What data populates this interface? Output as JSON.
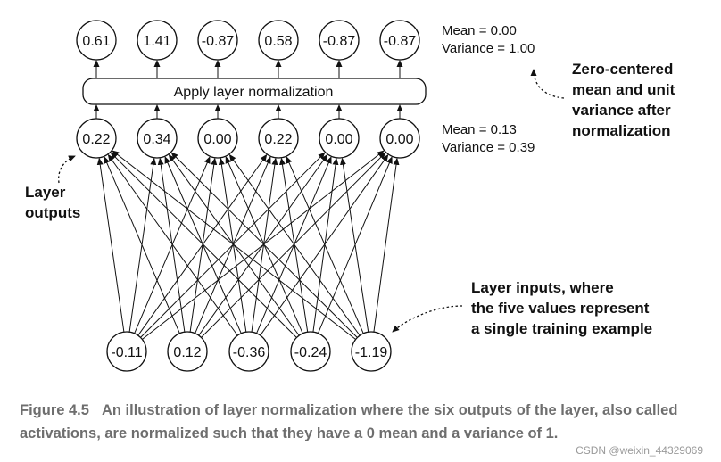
{
  "outputs_after": [
    "0.61",
    "1.41",
    "-0.87",
    "0.58",
    "-0.87",
    "-0.87"
  ],
  "layer_outputs": [
    "0.22",
    "0.34",
    "0.00",
    "0.22",
    "0.00",
    "0.00"
  ],
  "inputs": [
    "-0.11",
    "0.12",
    "-0.36",
    "-0.24",
    "-1.19"
  ],
  "norm_box_label": "Apply layer normalization",
  "stats_after": {
    "mean": "Mean = 0.00",
    "variance": "Variance = 1.00"
  },
  "stats_before": {
    "mean": "Mean = 0.13",
    "variance": "Variance = 0.39"
  },
  "annotations": {
    "zero_centered": [
      "Zero-centered",
      "mean and unit",
      "variance after",
      "normalization"
    ],
    "layer_outputs": [
      "Layer",
      "outputs"
    ],
    "layer_inputs": [
      "Layer inputs, where",
      "the five values represent",
      "a single training example"
    ]
  },
  "caption": {
    "label": "Figure 4.5",
    "text": "An illustration of layer normalization where the six outputs of the layer, also called activations, are normalized such that they have a 0 mean and a variance of 1."
  },
  "watermark": "CSDN @weixin_44329069"
}
